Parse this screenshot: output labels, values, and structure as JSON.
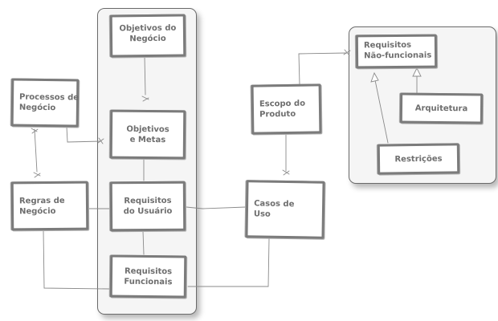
{
  "diagram": {
    "nodes": {
      "objetivos_negocio": "Objetivos do\nNegócio",
      "objetivos_metas": "Objetivos\ne Metas",
      "requisitos_usuario": "Requisitos\ndo Usuário",
      "requisitos_funcionais": "Requisitos\nFuncionais",
      "processos_negocio": "Processos de\nNegócio",
      "regras_negocio": "Regras de\nNegócio",
      "escopo_produto": "Escopo do\nProduto",
      "casos_uso": "Casos de\nUso",
      "requisitos_nao_funcionais": "Requisitos\nNão-funcionais",
      "arquitetura": "Arquitetura",
      "restricoes": "Restrições"
    },
    "colors": {
      "stroke": "#7b7b7b",
      "text": "#6e6e6e",
      "group_fill": "#f5f5f5"
    }
  }
}
